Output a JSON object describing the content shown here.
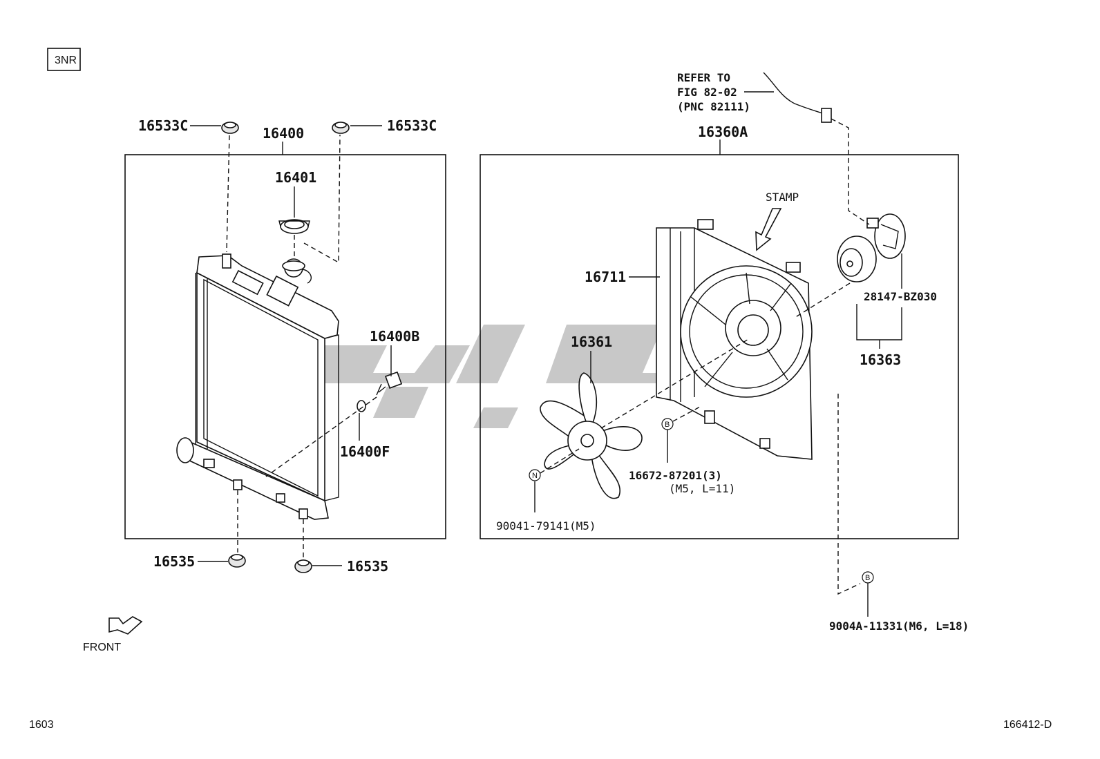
{
  "engine_code": "3NR",
  "page_number": "1603",
  "figure_code": "166412-D",
  "front_label": "FRONT",
  "stamp_label": "STAMP",
  "refer_note": [
    "REFER TO",
    "FIG 82-02",
    "(PNC 82111)"
  ],
  "group_labels": {
    "radiator_assy": "16400",
    "fan_shroud_assy": "16360A"
  },
  "parts": {
    "mount_cushion_upper_left": "16533C",
    "mount_cushion_upper_right": "16533C",
    "radiator_cap": "16401",
    "drain_cock_plug": "16400B",
    "drain_oring": "16400F",
    "mount_cushion_lower_left": "16535",
    "mount_cushion_lower_right": "16535",
    "shroud": "16711",
    "fan": "16361",
    "fan_motor_connector": "28147-BZ030",
    "fan_motor": "16363",
    "screw_b": "16672-87201(3)",
    "screw_b_spec": "(M5, L=11)",
    "nut_n": "90041-79141(M5)",
    "bolt_b": "9004A-11331(M6, L=18)"
  },
  "tags": {
    "b": "B",
    "n": "N"
  }
}
